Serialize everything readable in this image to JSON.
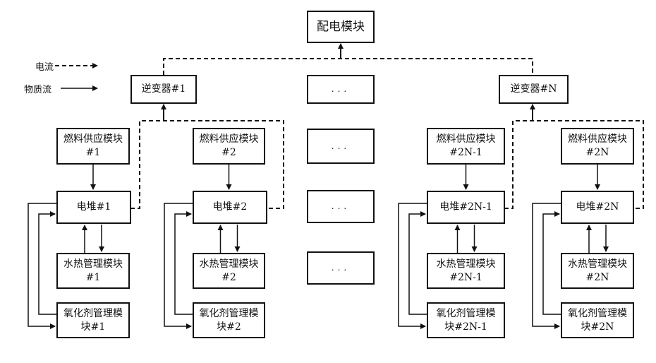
{
  "legend": {
    "current_label": "电流",
    "material_label": "物质流"
  },
  "top_module": "配电模块",
  "inverters": [
    {
      "label": "逆变器#1"
    },
    {
      "label": "逆变器#N"
    }
  ],
  "ellipsis_label": "...",
  "columns": [
    {
      "fuel": [
        "燃料供应模块",
        "#1"
      ],
      "stack": "电堆#1",
      "water": [
        "水热管理模块",
        "#1"
      ],
      "oxidizer": [
        "氧化剂管理模",
        "块#1"
      ]
    },
    {
      "fuel": [
        "燃料供应模块",
        "#2"
      ],
      "stack": "电堆#2",
      "water": [
        "水热管理模块",
        "#2"
      ],
      "oxidizer": [
        "氧化剂管理模",
        "块#2"
      ]
    },
    {
      "fuel": [
        "燃料供应模块",
        "#2N-1"
      ],
      "stack": "电堆#2N-1",
      "water": [
        "水热管理模块",
        "#2N-1"
      ],
      "oxidizer": [
        "氧化剂管理模",
        "块#2N-1"
      ]
    },
    {
      "fuel": [
        "燃料供应模块",
        "#2N"
      ],
      "stack": "电堆#2N",
      "water": [
        "水热管理模块",
        "#2N"
      ],
      "oxidizer": [
        "氧化剂管理模",
        "块#2N"
      ]
    }
  ]
}
